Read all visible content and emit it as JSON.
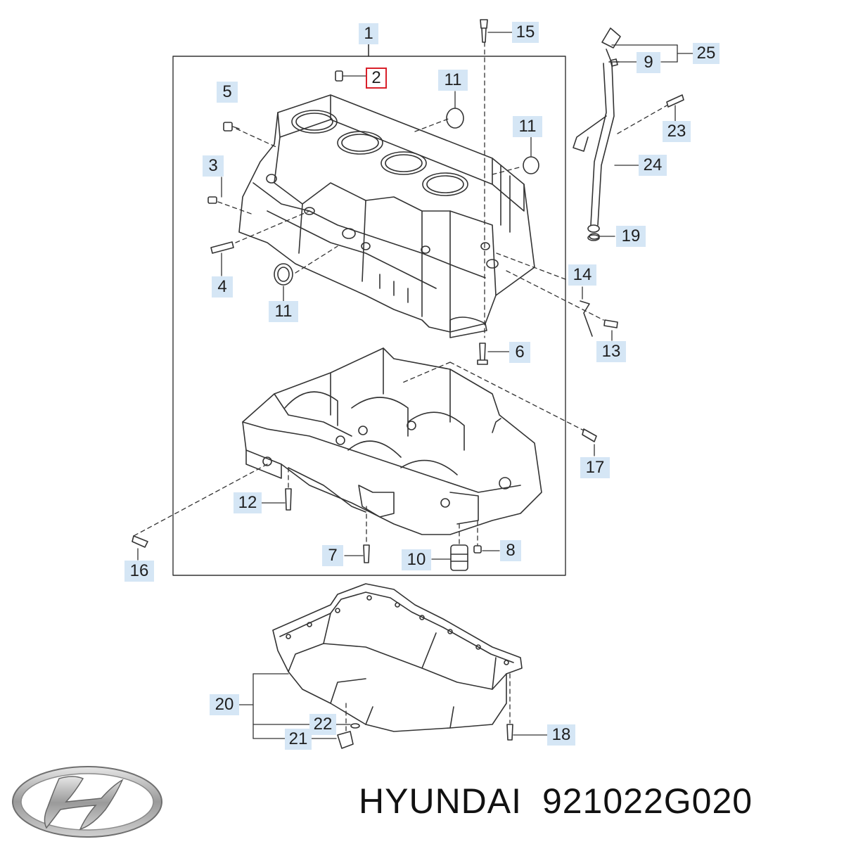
{
  "callouts": {
    "c1": "1",
    "c2": "2",
    "c3": "3",
    "c4": "4",
    "c5": "5",
    "c6": "6",
    "c7": "7",
    "c8": "8",
    "c9": "9",
    "c10": "10",
    "c11a": "11",
    "c11b": "11",
    "c11c": "11",
    "c12": "12",
    "c13": "13",
    "c14": "14",
    "c15": "15",
    "c16": "16",
    "c17": "17",
    "c18": "18",
    "c19": "19",
    "c20": "20",
    "c21": "21",
    "c22": "22",
    "c23": "23",
    "c24": "24",
    "c25": "25"
  },
  "highlighted_callout": "2",
  "caption": {
    "brand": "HYUNDAI",
    "part_number": "921022G020"
  },
  "logo": {
    "name": "Hyundai"
  },
  "colors": {
    "callout_bg": "#d5e6f5",
    "highlight_border": "#d9202a",
    "line": "#333333"
  }
}
